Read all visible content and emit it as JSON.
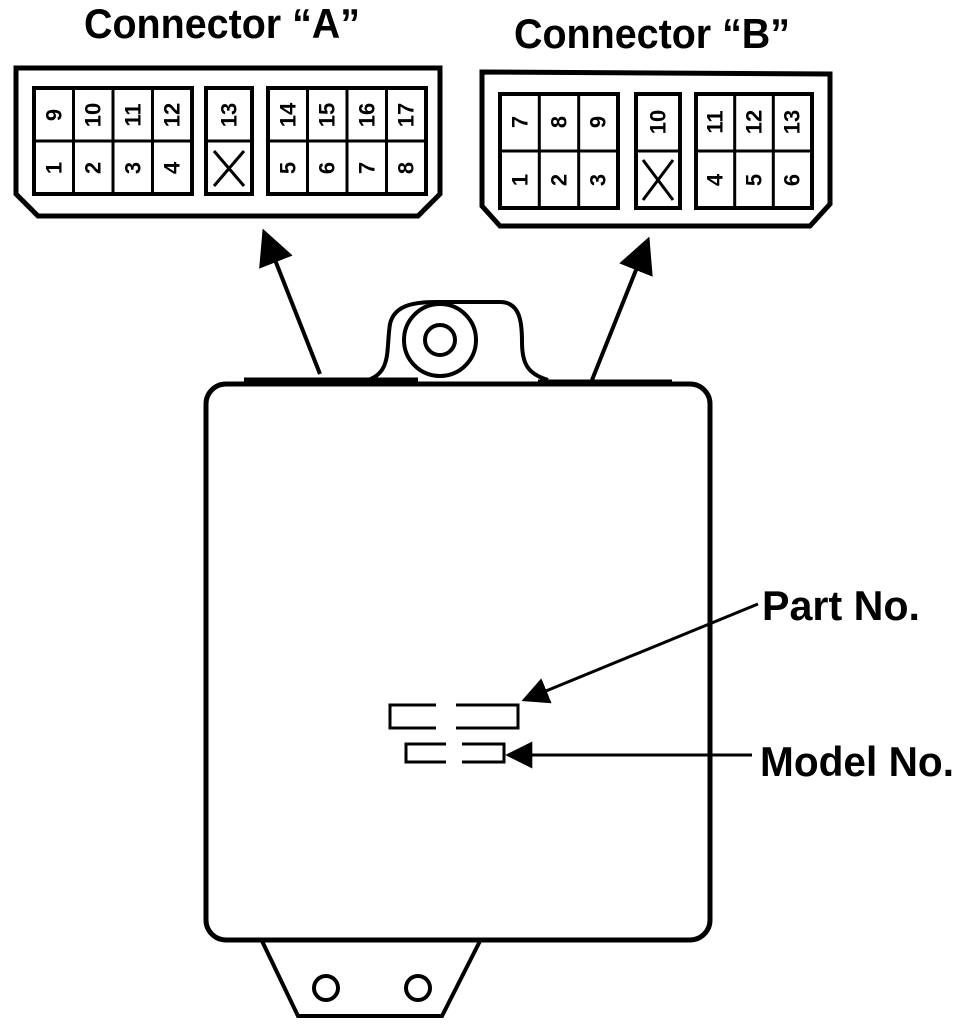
{
  "connector_a": {
    "title": "Connector “A”",
    "pins": [
      "1",
      "2",
      "3",
      "4",
      "5",
      "6",
      "7",
      "8",
      "9",
      "10",
      "11",
      "12",
      "13",
      "14",
      "15",
      "16",
      "17"
    ]
  },
  "connector_b": {
    "title": "Connector “B”",
    "pins": [
      "1",
      "2",
      "3",
      "4",
      "5",
      "6",
      "7",
      "8",
      "9",
      "10",
      "11",
      "12",
      "13"
    ]
  },
  "labels": {
    "part_no": "Part No.",
    "model_no": "Model No."
  }
}
